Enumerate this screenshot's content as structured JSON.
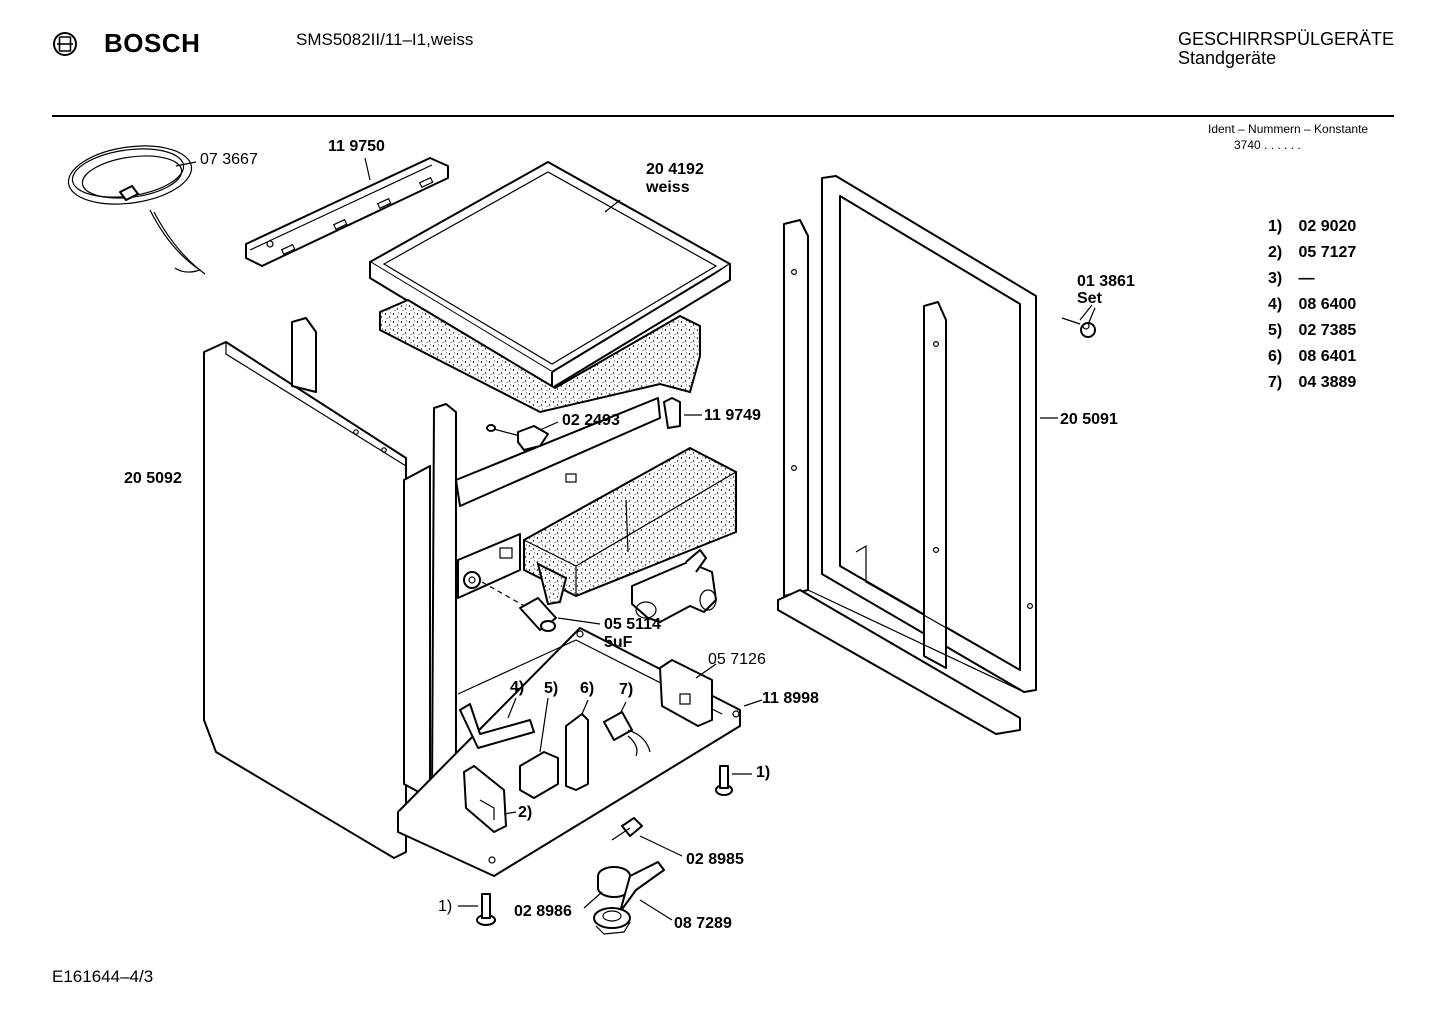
{
  "header": {
    "brand": "BOSCH",
    "model": "SMS5082II/11–I1,weiss",
    "category": "GESCHIRRSPÜLGERÄTE",
    "subcategory": "Standgeräte",
    "ident_label": "Ident – Nummern – Konstante",
    "ident_value": "3740 . . . . . ."
  },
  "legend": [
    {
      "key": "1)",
      "value": "02 9020"
    },
    {
      "key": "2)",
      "value": "05 7127"
    },
    {
      "key": "3)",
      "value": "—"
    },
    {
      "key": "4)",
      "value": "08 6400"
    },
    {
      "key": "5)",
      "value": "02 7385"
    },
    {
      "key": "6)",
      "value": "08 6401"
    },
    {
      "key": "7)",
      "value": "04 3889"
    }
  ],
  "part_labels": {
    "power_cord": "07 3667",
    "rail": "11 9750",
    "worktop": "20 4192",
    "worktop_color": "weiss",
    "set_number": "01 3861",
    "set_label": "Set",
    "right_panel": "20 5091",
    "left_panel": "20 5092",
    "screw_clip": "02 2493",
    "bracket_top": "11 9749",
    "capacitor": "05 5114",
    "capacitor_value": "5uF",
    "bracket_mid": "05 7126",
    "base": "11 8998",
    "callout_4": "4)",
    "callout_5": "5)",
    "callout_6": "6)",
    "callout_7": "7)",
    "callout_2": "2)",
    "callout_1_right": "1)",
    "callout_1_left": "1)",
    "switch": "02 8985",
    "float": "02 8986",
    "valve": "08 7289"
  },
  "footer": {
    "drawing_code": "E161644–4/3"
  }
}
